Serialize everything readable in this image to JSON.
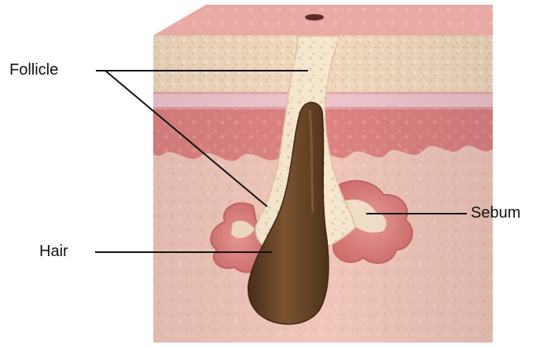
{
  "labels": {
    "follicle": "Follicle",
    "hair": "Hair",
    "sebum": "Sebum"
  },
  "colors": {
    "surface_top": "#e9a9a4",
    "upper_layer": "#f1d9bf",
    "pink_band": "#eec5cc",
    "dermis_red": "#dd8282",
    "dermis_light": "#f0c6ba",
    "gland": "#e38a88",
    "hair_shaft": "#6b4526",
    "follicle_fill": "#f6e7cf",
    "leader_line": "#111111"
  }
}
